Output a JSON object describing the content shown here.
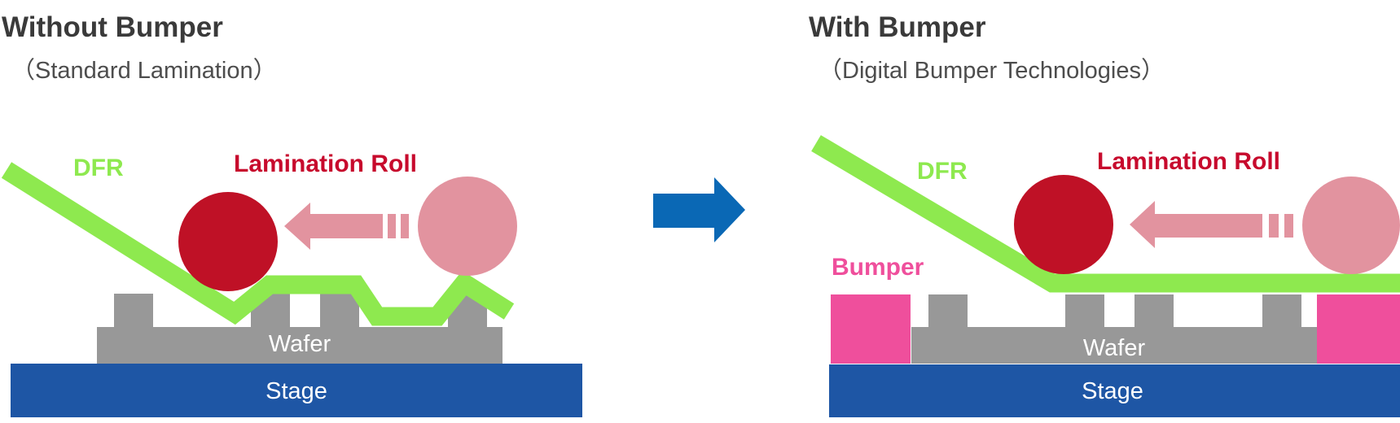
{
  "colors": {
    "background": "#ffffff",
    "title_dark": "#3a3a3a",
    "subtitle_gray": "#4d4d4d",
    "green": "#8ee94f",
    "green_text": "#8ee94f",
    "red_roll": "#bf1126",
    "red_text": "#c70a2d",
    "pink": "#e2939f",
    "magenta": "#ef4f9c",
    "wafer_gray": "#989898",
    "stage_blue": "#1e56a5",
    "arrow_blue": "#0a68b5",
    "label_white": "#ffffff"
  },
  "left_panel": {
    "title": "Without Bumper",
    "subtitle": "（Standard Lamination）",
    "labels": {
      "dfr": "DFR",
      "lamination_roll": "Lamination Roll",
      "wafer": "Wafer",
      "stage": "Stage"
    }
  },
  "right_panel": {
    "title": "With Bumper",
    "subtitle": "（Digital Bumper Technologies）",
    "labels": {
      "dfr": "DFR",
      "lamination_roll": "Lamination Roll",
      "bumper": "Bumper",
      "wafer": "Wafer",
      "stage": "Stage"
    }
  },
  "icons": {
    "transition_arrow": "right-arrow",
    "roll_motion_arrow": "left-arrow"
  }
}
